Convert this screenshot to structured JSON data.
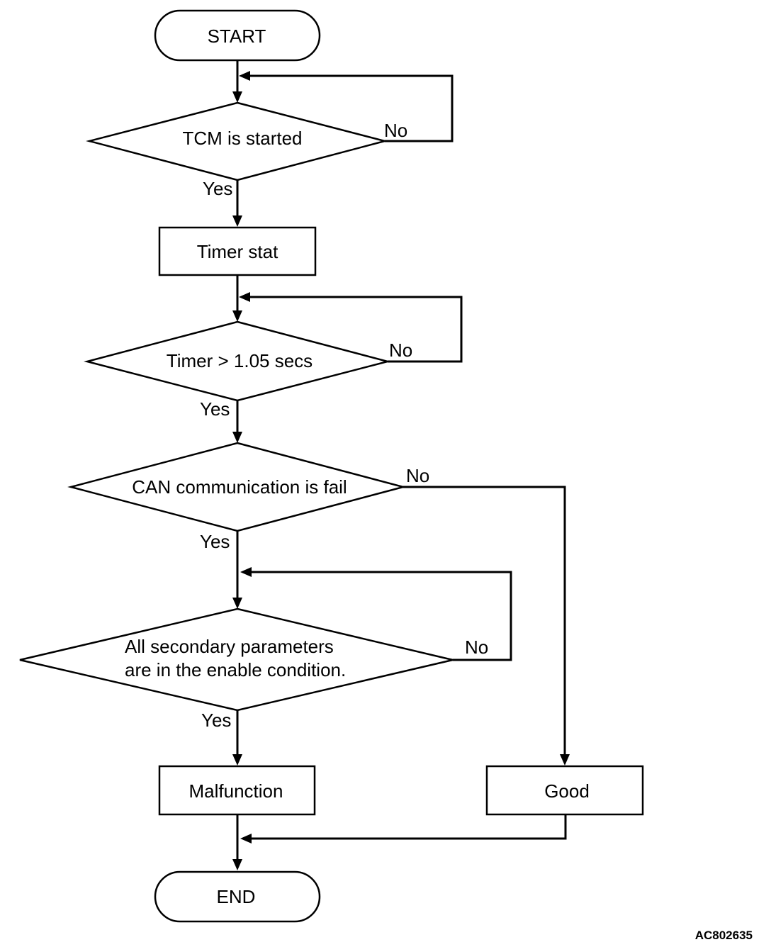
{
  "flowchart": {
    "start_label": "START",
    "end_label": "END",
    "decision1": {
      "label": "TCM is started",
      "yes_label": "Yes",
      "no_label": "No"
    },
    "process_timer_label": "Timer stat",
    "decision2": {
      "label": "Timer > 1.05 secs",
      "yes_label": "Yes",
      "no_label": "No"
    },
    "decision3": {
      "label": "CAN communication is fail",
      "yes_label": "Yes",
      "no_label": "No"
    },
    "decision4": {
      "line1": "All secondary parameters",
      "line2": "are in the enable condition.",
      "yes_label": "Yes",
      "no_label": "No"
    },
    "malfunction_label": "Malfunction",
    "good_label": "Good",
    "figure_code": "AC802635"
  }
}
